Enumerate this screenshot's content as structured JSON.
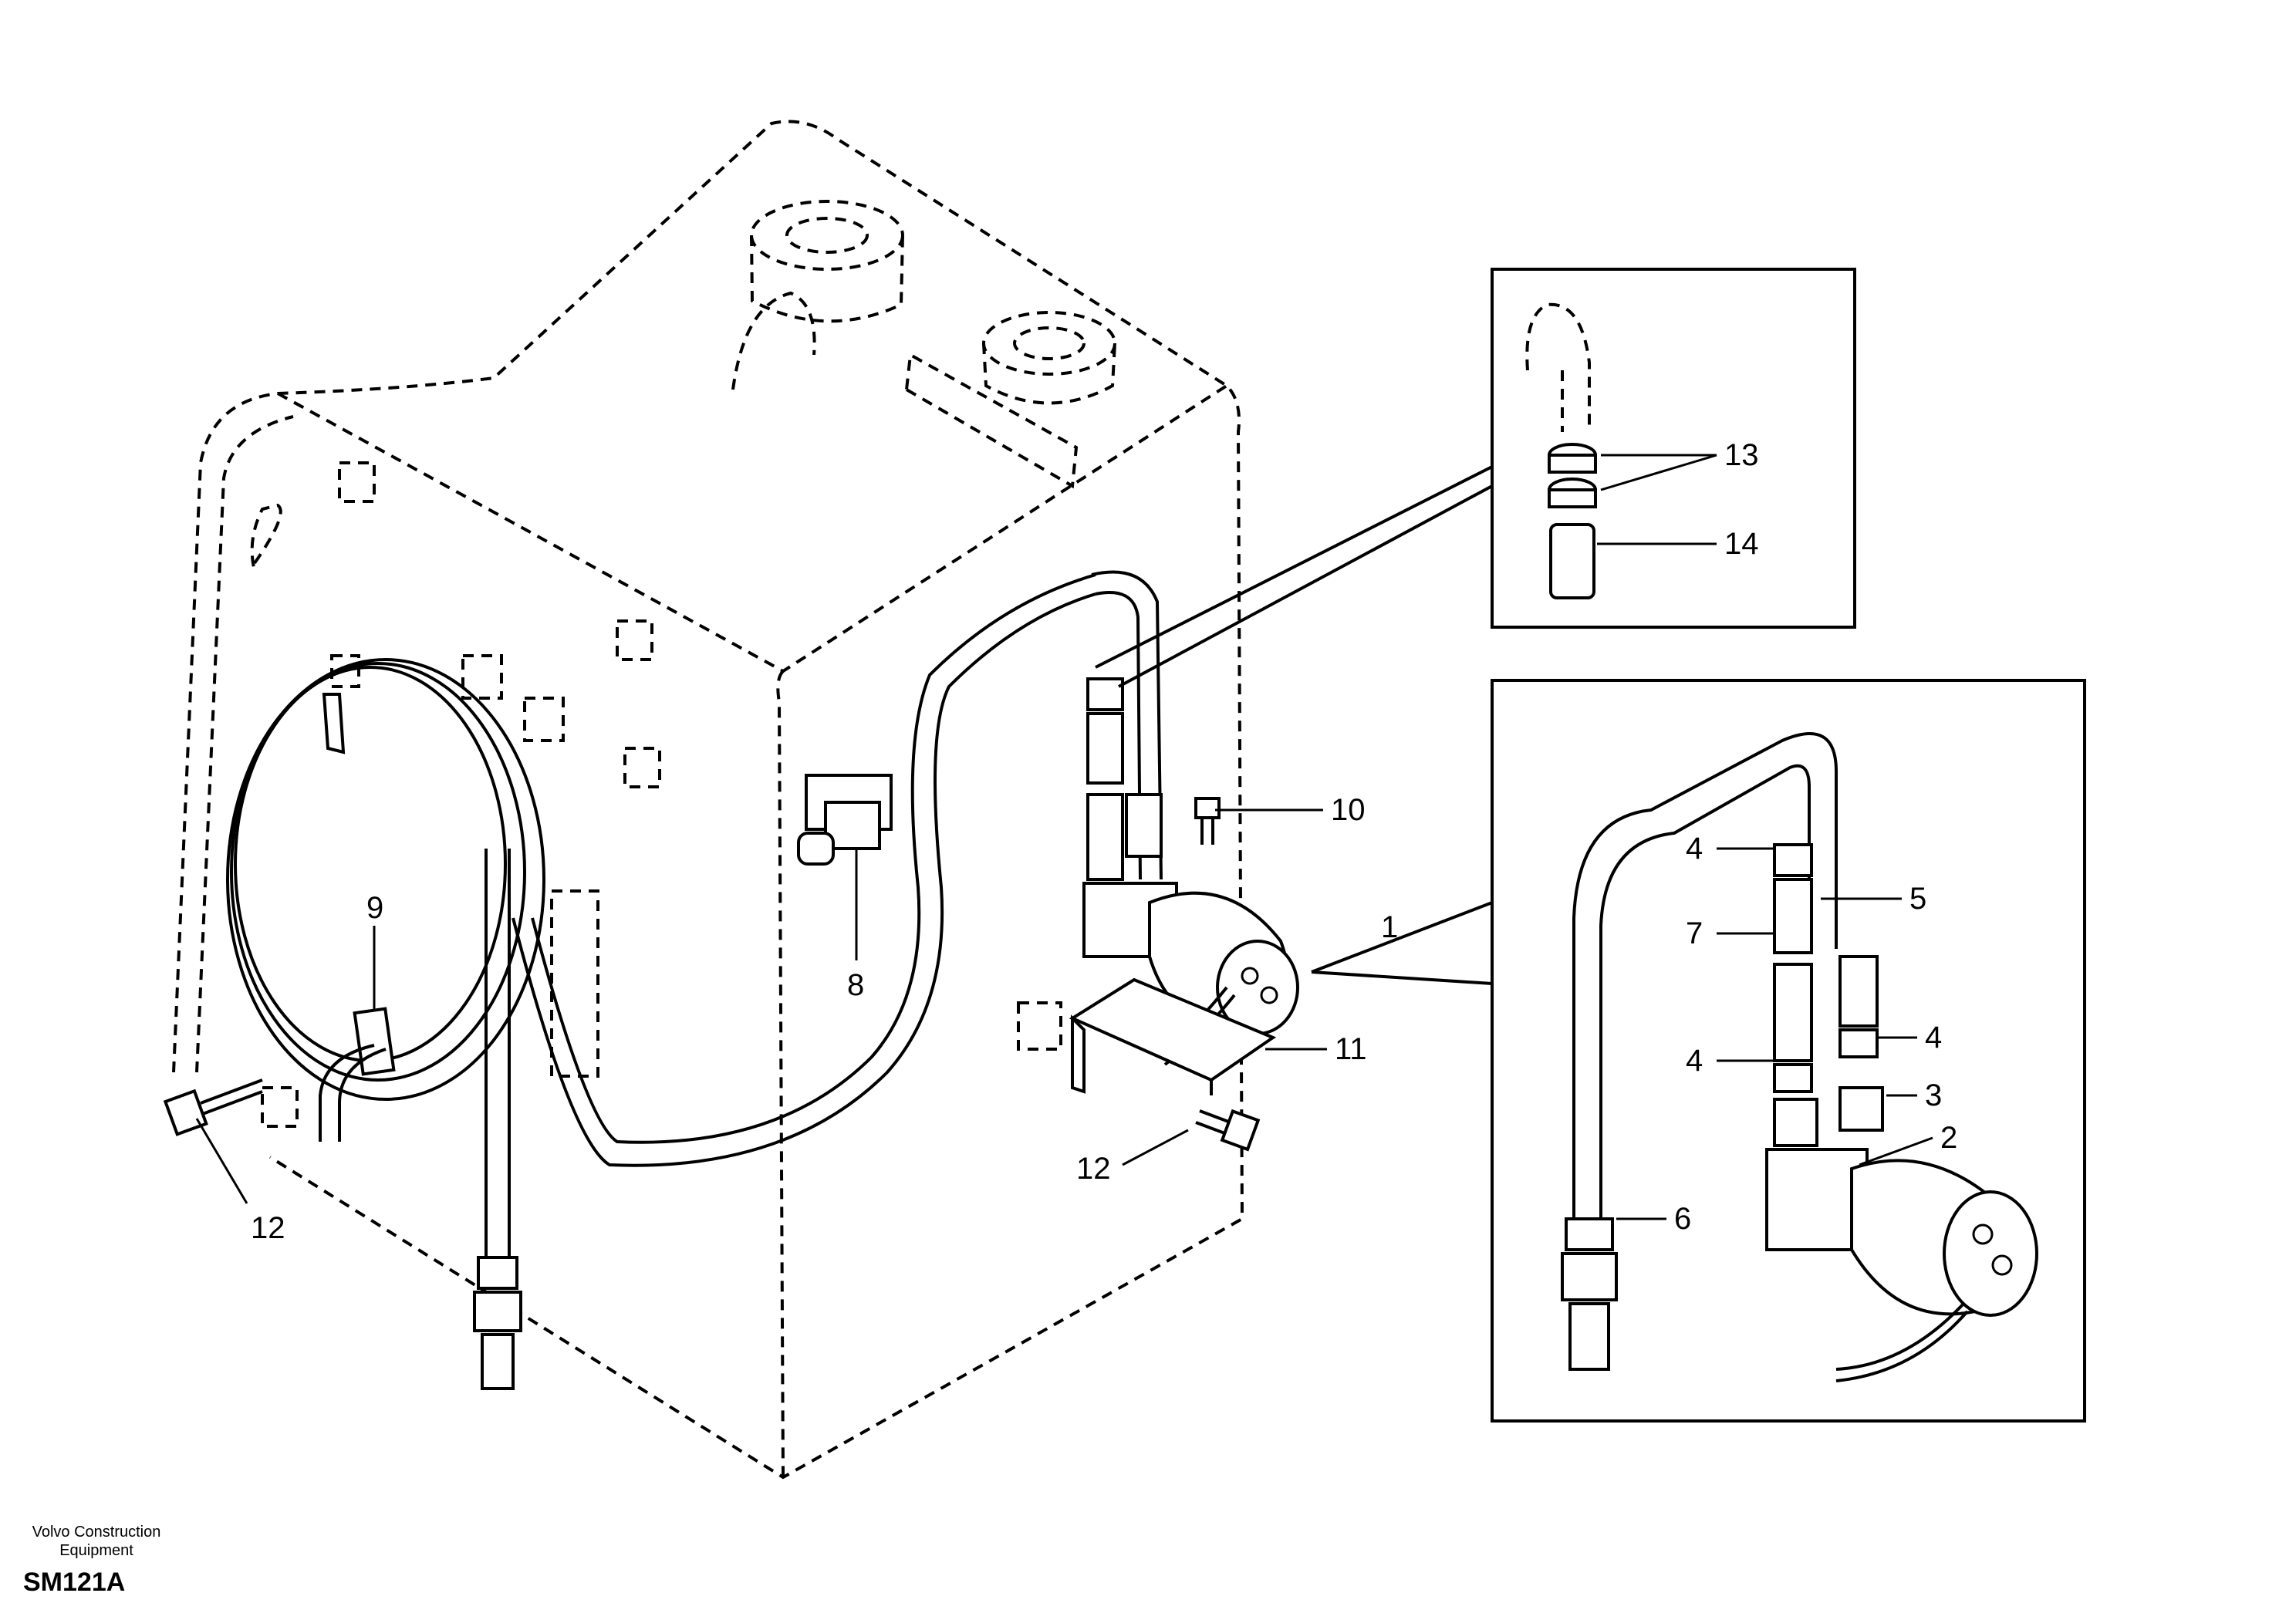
{
  "callouts": {
    "c1": "1",
    "c2": "2",
    "c3": "3",
    "c4a": "4",
    "c4b": "4",
    "c4c": "4",
    "c5": "5",
    "c6": "6",
    "c7": "7",
    "c8": "8",
    "c9": "9",
    "c10": "10",
    "c11": "11",
    "c12a": "12",
    "c12b": "12",
    "c13": "13",
    "c14": "14"
  },
  "footer": {
    "company_line1": "Volvo Construction",
    "company_line2": "Equipment",
    "code": "SM121A"
  }
}
